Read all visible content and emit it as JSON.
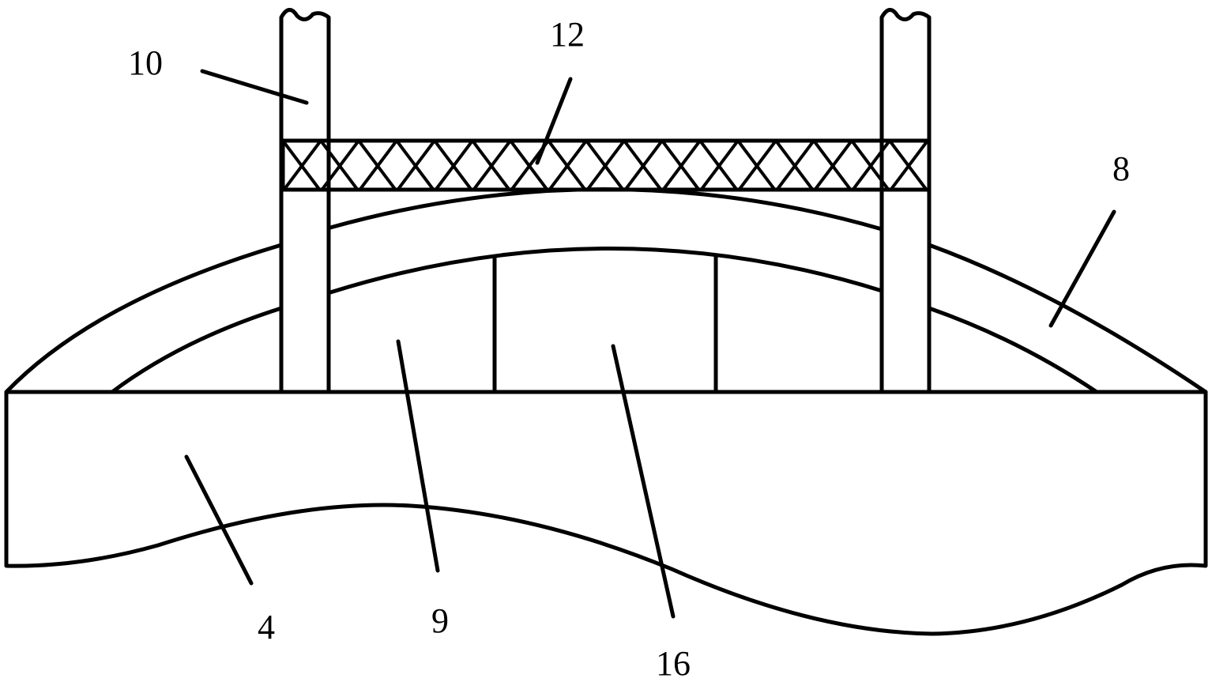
{
  "labels": {
    "l10": "10",
    "l12": "12",
    "l8": "8",
    "l4": "4",
    "l9": "9",
    "l16": "16"
  },
  "colors": {
    "stroke": "#000000",
    "background": "#ffffff"
  }
}
